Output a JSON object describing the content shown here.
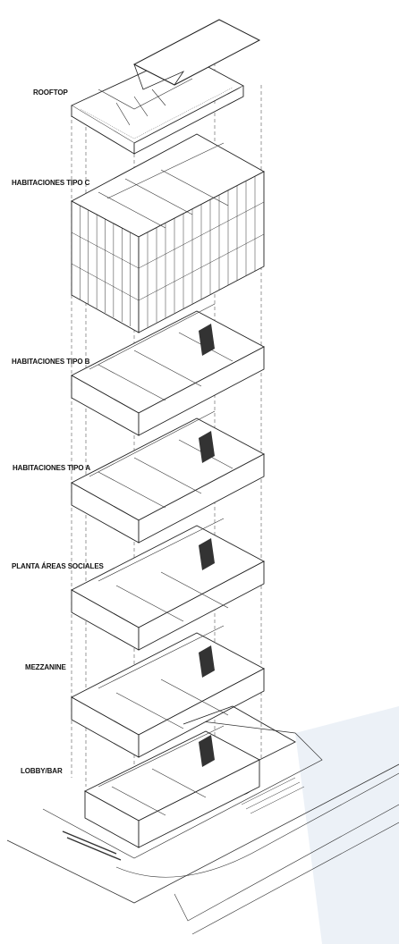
{
  "labels": {
    "rooftop": "ROOFTOP",
    "tipo_c": "HABITACIONES TIPO C",
    "tipo_b": "HABITACIONES TIPO B",
    "tipo_a": "HABITACIONES TIPO A",
    "sociales": "PLANTA ÁREAS SOCIALES",
    "mezzanine": "MEZZANINE",
    "lobby": "LOBBY/BAR"
  },
  "colors": {
    "line": "#222222",
    "fill": "#ffffff",
    "ground": "#e4ebf3",
    "dash": "#555555"
  }
}
